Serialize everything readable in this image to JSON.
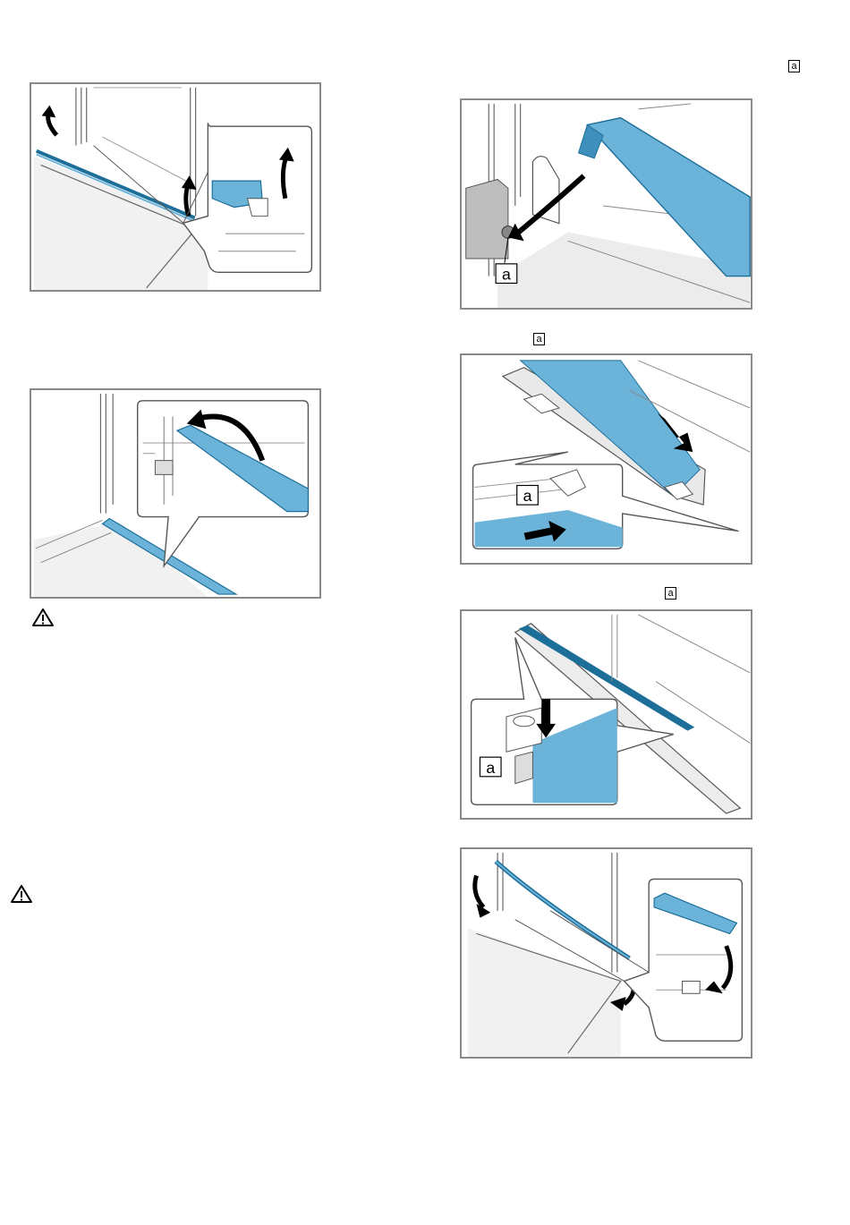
{
  "callout_letter": "a",
  "figures": [
    {
      "name": "figure-remove-cover-strip"
    },
    {
      "name": "figure-fold-strip-up"
    },
    {
      "name": "figure-insert-strip-hook"
    },
    {
      "name": "figure-insert-inner-pane"
    },
    {
      "name": "figure-pane-clip"
    },
    {
      "name": "figure-refit-cover-strip"
    }
  ],
  "icons": {
    "warning": "warning-triangle-icon"
  },
  "colors": {
    "blue_part": "#6bb3d9",
    "blue_edge": "#1d6e98",
    "frame": "#8a8a8a",
    "line": "#444444"
  }
}
